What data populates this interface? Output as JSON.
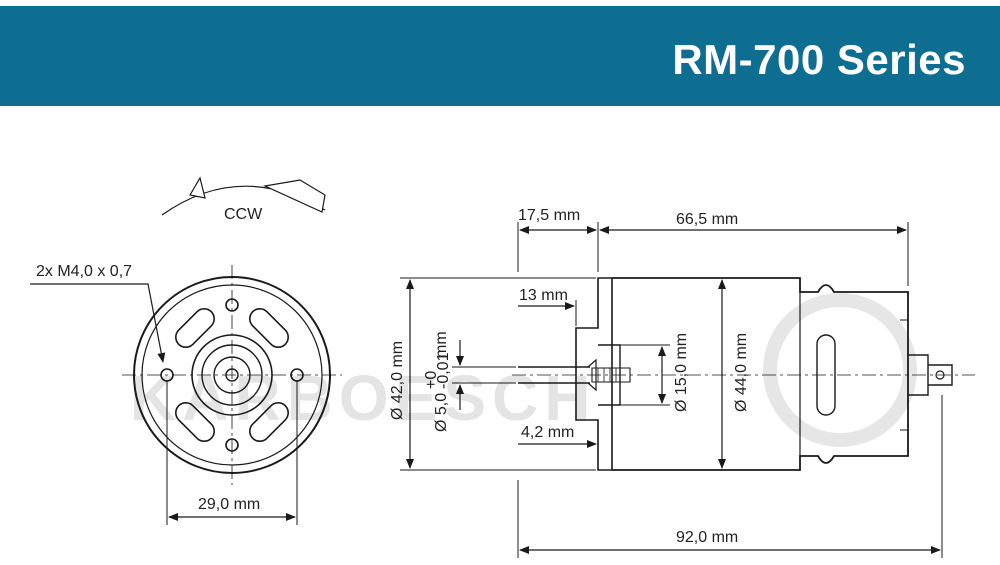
{
  "header": {
    "title": "RM-700 Series",
    "bg_color": "#0e6e91",
    "text_color": "#ffffff"
  },
  "watermark": {
    "text": "KARBOESCH"
  },
  "front_view": {
    "rotation_label": "CCW",
    "thread_label": "2x M4,0 x 0,7",
    "hole_spacing_label": "29,0 mm"
  },
  "side_view": {
    "shaft_length_label": "17,5 mm",
    "body_length_label": "66,5 mm",
    "boss_length_label": "13 mm",
    "flange_diameter_label": "Ø 42,0 mm",
    "shaft_diameter_label": "Ø 5,0",
    "shaft_tol_upper": "+0",
    "shaft_tol_lower": "-0,01",
    "shaft_diameter_unit": "mm",
    "boss_diameter_label": "Ø 15,0 mm",
    "body_diameter_label": "Ø 44,0 mm",
    "boss_offset_label": "4,2 mm",
    "total_length_label": "92,0 mm"
  },
  "colors": {
    "line": "#1a1a1a",
    "watermark": "#e4e4e4"
  }
}
